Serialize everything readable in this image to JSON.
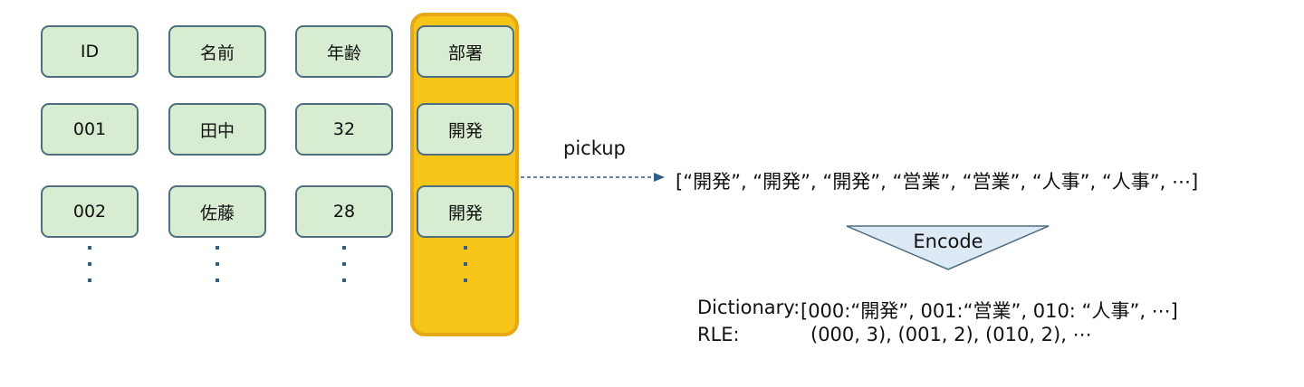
{
  "table": {
    "columns": [
      {
        "header": "ID",
        "values": [
          "001",
          "002"
        ]
      },
      {
        "header": "名前",
        "values": [
          "田中",
          "佐藤"
        ]
      },
      {
        "header": "年齢",
        "values": [
          "32",
          "28"
        ]
      },
      {
        "header": "部署",
        "values": [
          "開発",
          "開発"
        ],
        "highlighted": true
      }
    ]
  },
  "arrow": {
    "label": "pickup"
  },
  "column_array": "[“開発”, “開発”, “開発”, “営業”, “営業”, “人事”, “人事”, ⋯]",
  "encode_label": "Encode",
  "dictionary": {
    "label": "Dictionary:",
    "value": "[000:“開発”, 001:“営業”, 010: “人事”, ⋯]"
  },
  "rle": {
    "label": "RLE:",
    "value": "(000, 3), (001, 2), (010, 2), ⋯"
  },
  "colors": {
    "cell_fill": "#d7ecd0",
    "cell_border": "#4f6f80",
    "highlight_fill": "#f6c518",
    "highlight_border": "#e7a817",
    "encode_fill": "#dde9f5",
    "arrow": "#2f5f86"
  }
}
